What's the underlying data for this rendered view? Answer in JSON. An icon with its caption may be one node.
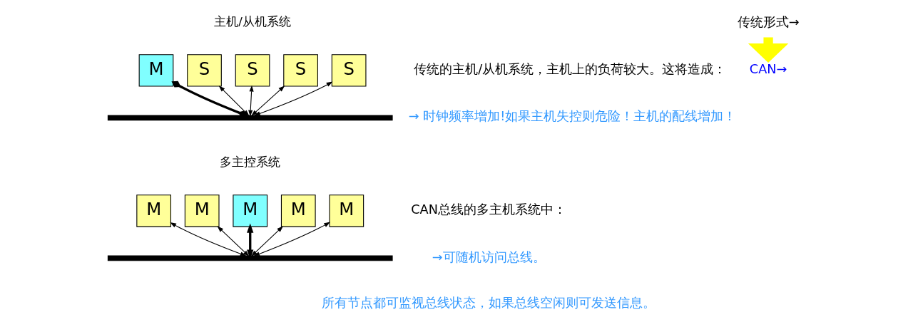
{
  "diagram": {
    "nodes": [
      {
        "text": [
          "M"
        ]
      },
      {
        "text": [
          "S"
        ]
      },
      {
        "text": [
          "S"
        ]
      },
      {
        "text": [
          "S"
        ]
      },
      {
        "text": [
          "S"
        ]
      },
      {
        "text": [],
        "shape": "bar"
      },
      {
        "text": [
          "M"
        ]
      },
      {
        "text": [
          "M"
        ]
      },
      {
        "text": [
          "M"
        ]
      },
      {
        "text": [
          "M"
        ]
      },
      {
        "text": [
          "M"
        ]
      },
      {
        "text": [],
        "shape": "bar"
      },
      {
        "text": [
          "传统形式→"
        ]
      },
      {
        "text": [
          "CAN→"
        ]
      }
    ],
    "edges": [
      {
        "from": 0,
        "to": 5,
        "arrow": "other",
        "style": "thick"
      },
      {
        "from": 1,
        "to": 5,
        "arrow": "both"
      },
      {
        "from": 2,
        "to": 5,
        "arrow": "both"
      },
      {
        "from": 3,
        "to": 5,
        "arrow": "both"
      },
      {
        "from": 4,
        "to": 5,
        "arrow": "both"
      },
      {
        "from": 6,
        "to": 11,
        "arrow": "both"
      },
      {
        "from": 7,
        "to": 11,
        "arrow": "both"
      },
      {
        "from": 8,
        "to": 11,
        "arrow": "both",
        "style": "thick"
      },
      {
        "from": 9,
        "to": 11,
        "arrow": "both"
      },
      {
        "from": 10,
        "to": 11,
        "arrow": "both"
      },
      {
        "from": 12,
        "to": 13,
        "arrow": "to",
        "style": "thick",
        "color": "#ffff00"
      }
    ],
    "labels": [
      "主机/从机系统",
      "传统的主机/从机系统，主机上的负荷较大。这将造成：",
      "→ 时钟频率增加!如果主机失控则危险！主机的配线增加！",
      "多主控系统",
      "CAN总线的多主机系统中：",
      "→可随机访问总线。",
      "所有节点都可监视总线状态，如果总线空闲则可发送信息。"
    ]
  }
}
